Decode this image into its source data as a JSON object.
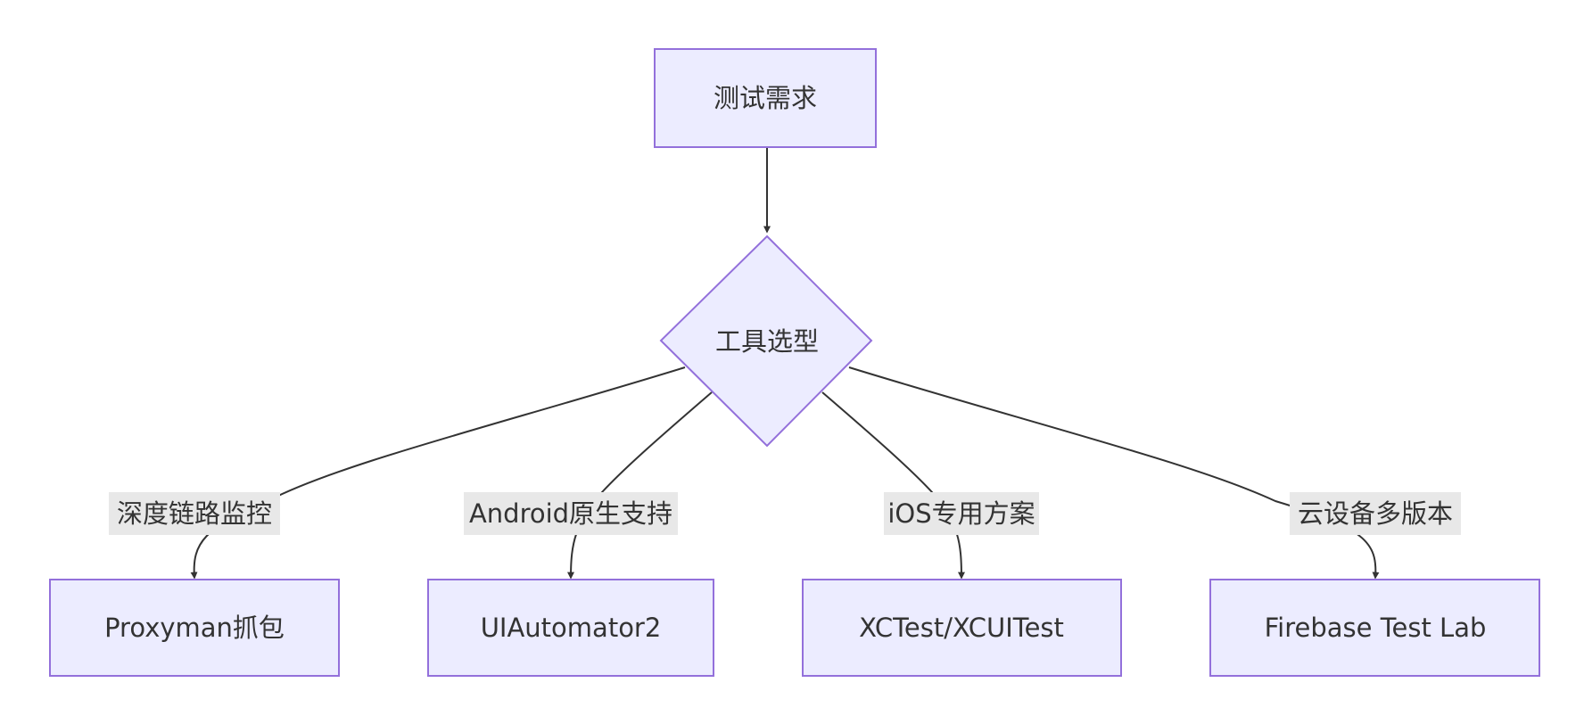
{
  "nodes": {
    "start": {
      "label": "测试需求",
      "shape": "rect"
    },
    "decision": {
      "label": "工具选型",
      "shape": "diamond"
    },
    "proxyman": {
      "label": "Proxyman抓包",
      "shape": "rect"
    },
    "uiautomator": {
      "label": "UIAutomator2",
      "shape": "rect"
    },
    "xctest": {
      "label": "XCTest/XCUITest",
      "shape": "rect"
    },
    "firebase": {
      "label": "Firebase Test Lab",
      "shape": "rect"
    }
  },
  "edges": [
    {
      "from": "start",
      "to": "decision",
      "label": ""
    },
    {
      "from": "decision",
      "to": "proxyman",
      "label": "深度链路监控"
    },
    {
      "from": "decision",
      "to": "uiautomator",
      "label": "Android原生支持"
    },
    {
      "from": "decision",
      "to": "xctest",
      "label": "iOS专用方案"
    },
    {
      "from": "decision",
      "to": "firebase",
      "label": "云设备多版本"
    }
  ],
  "colors": {
    "node_fill": "#ECECFF",
    "node_stroke": "#9370DB",
    "edge": "#333333",
    "edge_label_bg": "#e8e8e8",
    "text": "#333333"
  }
}
